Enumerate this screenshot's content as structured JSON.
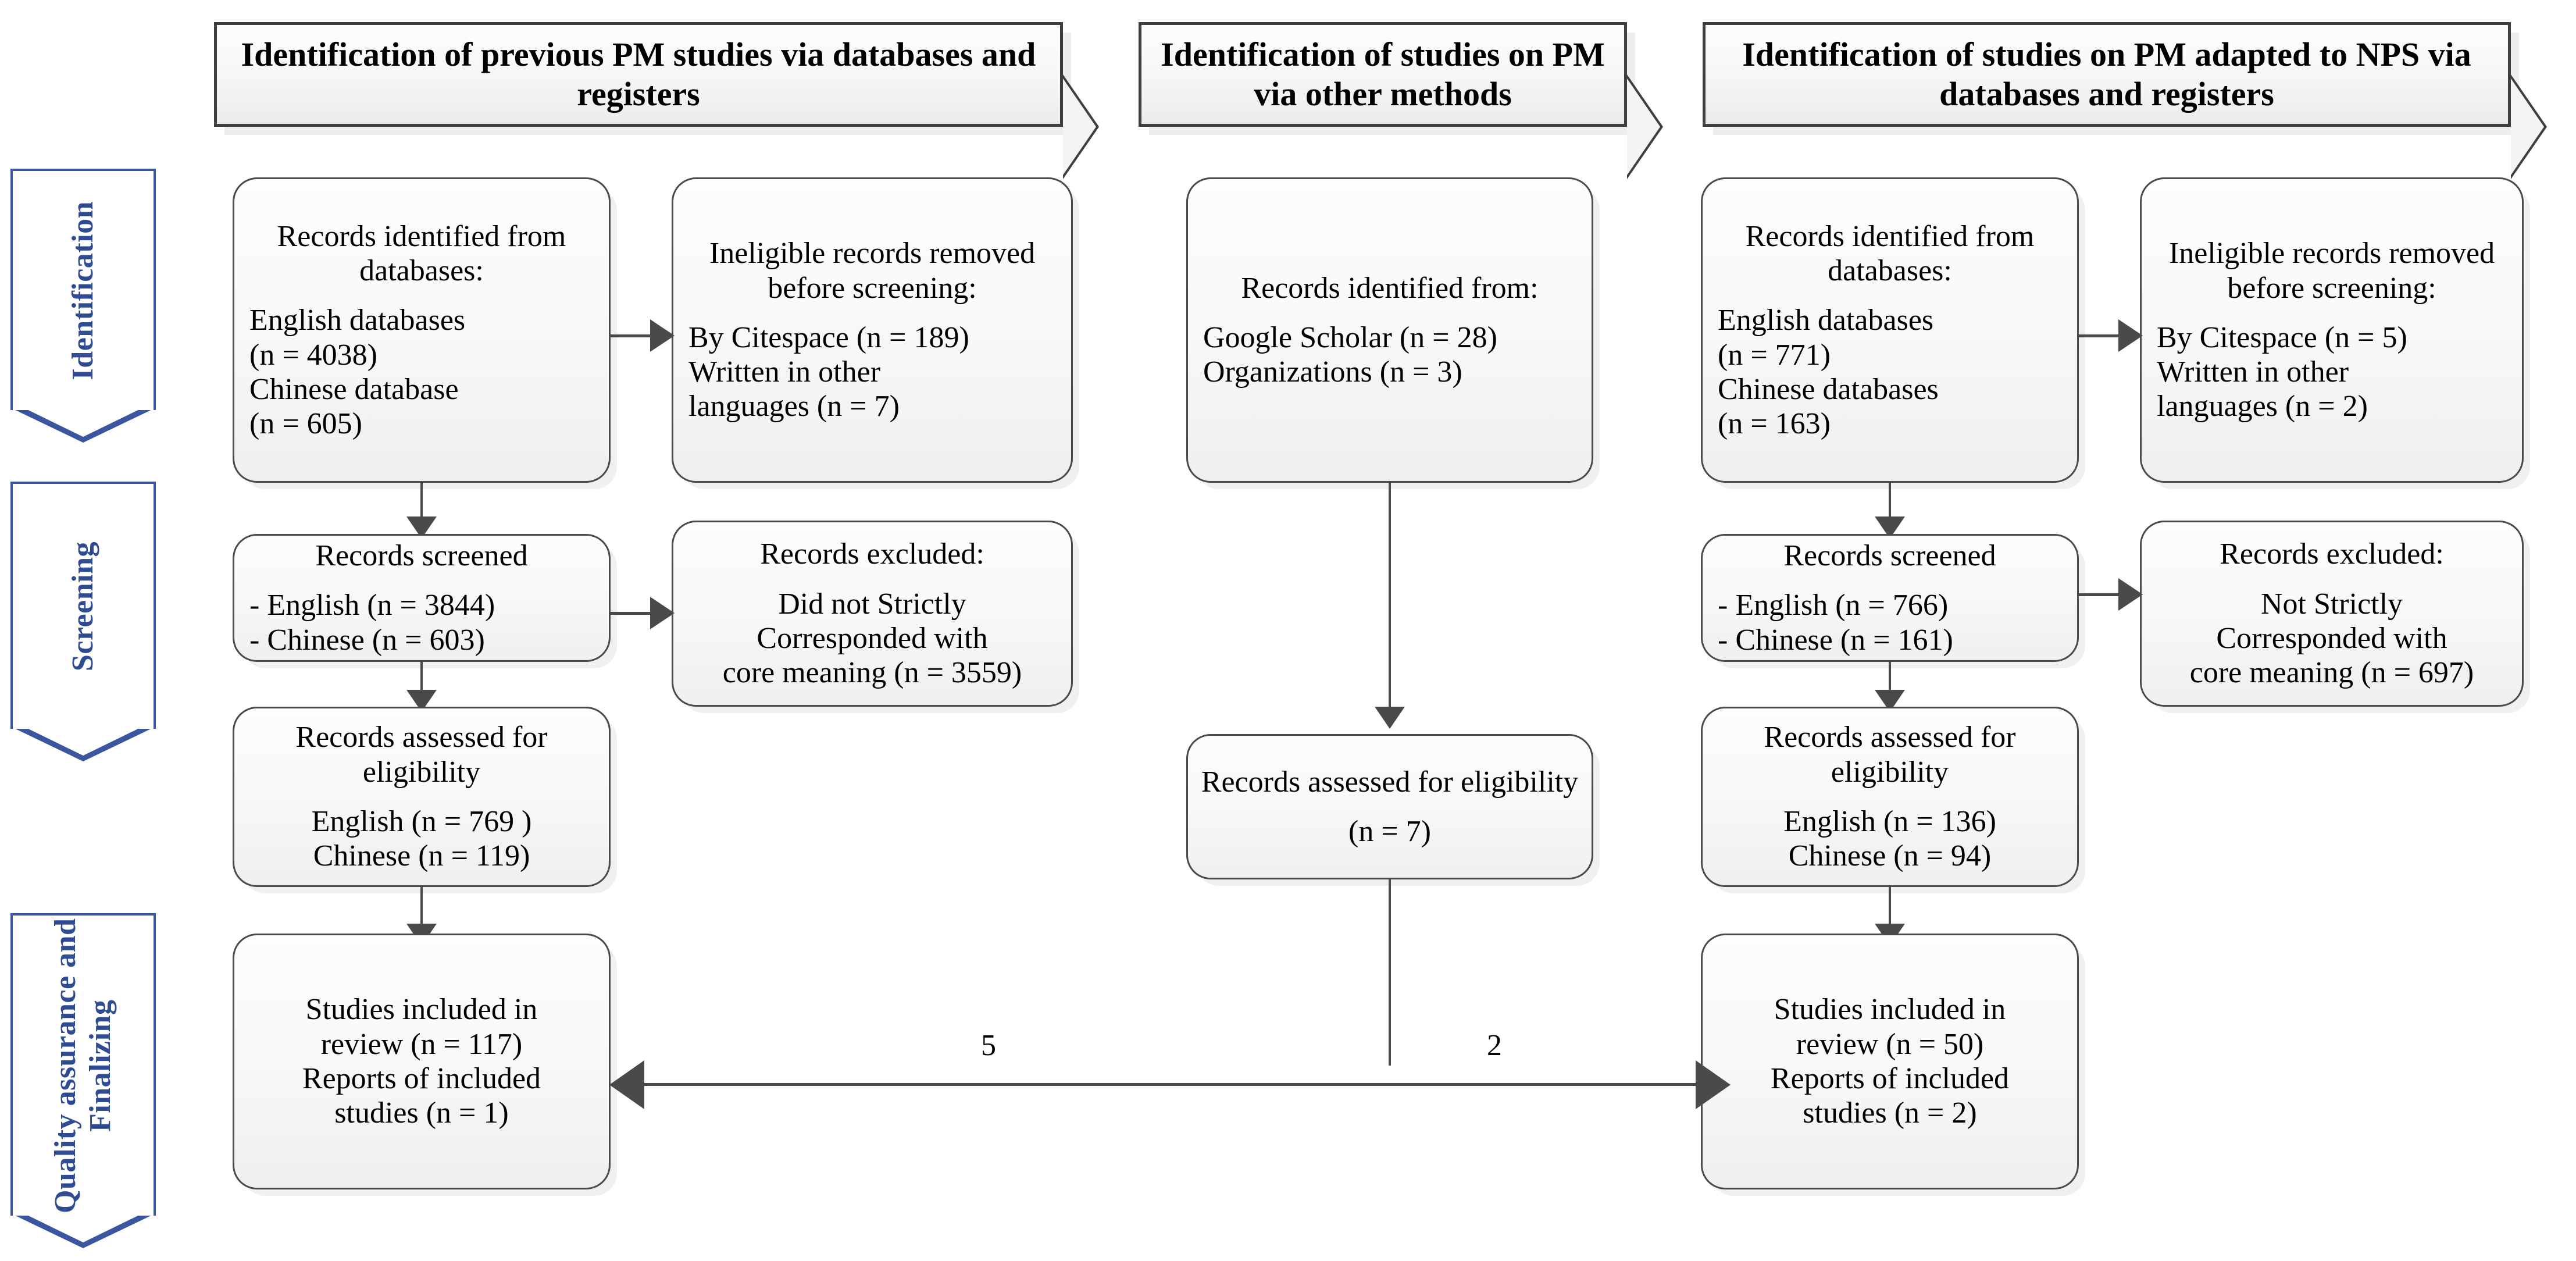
{
  "diagram": {
    "type": "prisma-flow-diagram",
    "headers": [
      {
        "id": "header-col1",
        "text": "Identification of previous PM studies via databases and registers"
      },
      {
        "id": "header-col2",
        "text": "Identification of studies on PM via other methods"
      },
      {
        "id": "header-col3",
        "text": "Identification of studies on PM adapted to NPS via databases and registers"
      }
    ],
    "stages": [
      {
        "id": "stage-identification",
        "label": "Identification"
      },
      {
        "id": "stage-screening",
        "label": "Screening"
      },
      {
        "id": "stage-quality",
        "label": "Quality assurance and Finalizing"
      }
    ],
    "nodes": {
      "c1_identified": {
        "title": "Records identified from databases:",
        "lines": [
          "English databases",
          "(n = 4038)",
          "Chinese database",
          "(n = 605)"
        ]
      },
      "c1_removed": {
        "title": "Ineligible records removed before screening:",
        "lines": [
          "By Citespace (n = 189)",
          "Written in other",
          "languages (n = 7)"
        ]
      },
      "c1_screened": {
        "title": "Records screened",
        "lines": [
          "- English (n = 3844)",
          "- Chinese (n = 603)"
        ]
      },
      "c1_excluded": {
        "title": "Records excluded:",
        "lines": [
          "Did not Strictly",
          "Corresponded with",
          "core meaning (n = 3559)"
        ]
      },
      "c1_eligibility": {
        "title": "Records assessed for eligibility",
        "lines": [
          "English (n = 769 )",
          "Chinese (n = 119)"
        ]
      },
      "c1_included": {
        "title": "",
        "lines": [
          "Studies included in",
          "review (n = 117)",
          "Reports of included",
          "studies (n = 1)"
        ]
      },
      "c2_identified": {
        "title": "Records identified from:",
        "lines": [
          "Google Scholar (n = 28)",
          "Organizations (n = 3)"
        ]
      },
      "c2_eligibility": {
        "title": "Records assessed for eligibility",
        "lines": [
          "(n = 7)"
        ]
      },
      "c3_identified": {
        "title": "Records identified from databases:",
        "lines": [
          "English databases",
          "(n = 771)",
          "Chinese databases",
          "(n = 163)"
        ]
      },
      "c3_removed": {
        "title": "Ineligible records removed before screening:",
        "lines": [
          "By Citespace (n = 5)",
          "Written in other",
          "languages (n = 2)"
        ]
      },
      "c3_screened": {
        "title": "Records screened",
        "lines": [
          "- English (n = 766)",
          "- Chinese (n = 161)"
        ]
      },
      "c3_excluded": {
        "title": "Records excluded:",
        "lines": [
          "Not Strictly",
          "Corresponded with",
          "core meaning (n = 697)"
        ]
      },
      "c3_eligibility": {
        "title": "Records assessed for eligibility",
        "lines": [
          "English (n = 136)",
          "Chinese (n = 94)"
        ]
      },
      "c3_included": {
        "title": "",
        "lines": [
          "Studies included in",
          "review (n = 50)",
          "Reports of included",
          "studies (n = 2)"
        ]
      }
    },
    "edge_labels": {
      "left_transfer": "5",
      "right_transfer": "2"
    },
    "colors": {
      "stage_accent": "#2f4b92",
      "node_border": "#4a4a4a",
      "banner_border": "#3f3f3f",
      "background": "#ffffff"
    }
  }
}
